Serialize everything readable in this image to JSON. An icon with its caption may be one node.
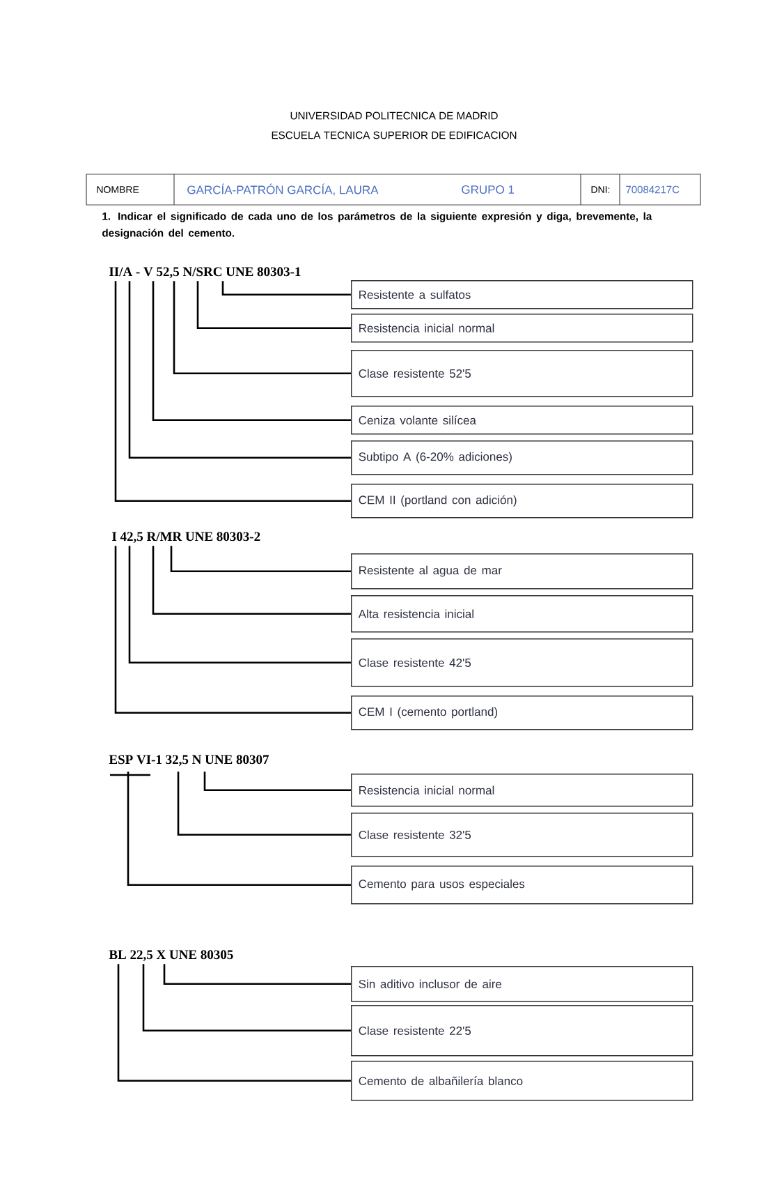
{
  "diagram": {
    "nodes": [
      {
        "text": [
          "II/A - V 52,5 N/SRC UNE 80303-1"
        ]
      },
      {
        "text": [
          "Resistente a sulfatos"
        ]
      },
      {
        "text": [
          "Resistencia inicial normal"
        ]
      },
      {
        "text": [
          "Clase resistente 52'5"
        ]
      },
      {
        "text": [
          "Ceniza volante silícea"
        ]
      },
      {
        "text": [
          "Subtipo A (6-20% adiciones)"
        ]
      },
      {
        "text": [
          "CEM II (portland con adición)"
        ]
      },
      {
        "text": [
          "I 42,5 R/MR UNE 80303-2"
        ]
      },
      {
        "text": [
          "Resistente al agua de mar"
        ]
      },
      {
        "text": [
          "Alta resistencia inicial"
        ]
      },
      {
        "text": [
          "Clase resistente 42'5"
        ]
      },
      {
        "text": [
          "CEM I (cemento portland)"
        ]
      },
      {
        "text": [
          "ESP VI-1 32,5 N UNE 80307"
        ]
      },
      {
        "text": [
          "Resistencia inicial normal"
        ]
      },
      {
        "text": [
          "Clase resistente 32'5"
        ]
      },
      {
        "text": [
          "Cemento para usos especiales"
        ]
      },
      {
        "text": [
          "BL 22,5 X UNE 80305"
        ]
      },
      {
        "text": [
          "Sin aditivo inclusor de aire"
        ]
      },
      {
        "text": [
          "Clase resistente 22'5"
        ]
      },
      {
        "text": [
          "Cemento de albañilería blanco"
        ]
      }
    ],
    "edges": [
      {
        "from": 0,
        "to": 1,
        "arrow": "none"
      },
      {
        "from": 0,
        "to": 2,
        "arrow": "none"
      },
      {
        "from": 0,
        "to": 3,
        "arrow": "none"
      },
      {
        "from": 0,
        "to": 4,
        "arrow": "none"
      },
      {
        "from": 0,
        "to": 5,
        "arrow": "none"
      },
      {
        "from": 0,
        "to": 6,
        "arrow": "none"
      },
      {
        "from": 7,
        "to": 8,
        "arrow": "none"
      },
      {
        "from": 7,
        "to": 9,
        "arrow": "none"
      },
      {
        "from": 7,
        "to": 10,
        "arrow": "none"
      },
      {
        "from": 7,
        "to": 11,
        "arrow": "none"
      },
      {
        "from": 12,
        "to": 13,
        "arrow": "none"
      },
      {
        "from": 12,
        "to": 14,
        "arrow": "none"
      },
      {
        "from": 12,
        "to": 15,
        "arrow": "none"
      },
      {
        "from": 16,
        "to": 17,
        "arrow": "none"
      },
      {
        "from": 16,
        "to": 18,
        "arrow": "none"
      },
      {
        "from": 16,
        "to": 19,
        "arrow": "none"
      }
    ],
    "labels": [
      "UNIVERSIDAD POLITECNICA DE MADRID",
      "ESCUELA TECNICA SUPERIOR DE EDIFICACION",
      "NOMBRE",
      "GARCÍA-PATRÓN GARCÍA, LAURA",
      "GRUPO 1",
      "DNI:",
      "70084217C",
      "1. Indicar el significado de cada uno de los parámetros de la siguiente expresión y diga, brevemente, la designación del cemento."
    ]
  }
}
